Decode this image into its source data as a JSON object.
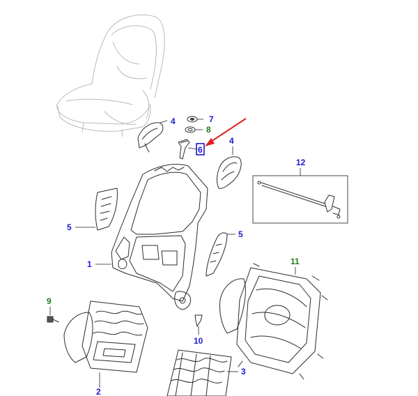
{
  "callouts": {
    "c1": {
      "text": "1",
      "color": "#1a1ad0"
    },
    "c2": {
      "text": "2",
      "color": "#1a1ad0"
    },
    "c3": {
      "text": "3",
      "color": "#1a1ad0"
    },
    "c4a": {
      "text": "4",
      "color": "#1a1ad0"
    },
    "c4b": {
      "text": "4",
      "color": "#1a1ad0"
    },
    "c5a": {
      "text": "5",
      "color": "#1a1ad0"
    },
    "c5b": {
      "text": "5",
      "color": "#1a1ad0"
    },
    "c6": {
      "text": "6",
      "color": "#1a1ad0",
      "highlighted": true
    },
    "c7": {
      "text": "7",
      "color": "#1a1ad0"
    },
    "c8": {
      "text": "8",
      "color": "#1e7d1e"
    },
    "c9": {
      "text": "9",
      "color": "#1e7d1e"
    },
    "c10": {
      "text": "10",
      "color": "#1a1ad0"
    },
    "c11": {
      "text": "11",
      "color": "#1e7d1e"
    },
    "c12": {
      "text": "12",
      "color": "#1a1ad0"
    }
  },
  "highlight": {
    "target": "6",
    "arrow_color": "#e02020",
    "box_color": "#1a1ad0"
  }
}
